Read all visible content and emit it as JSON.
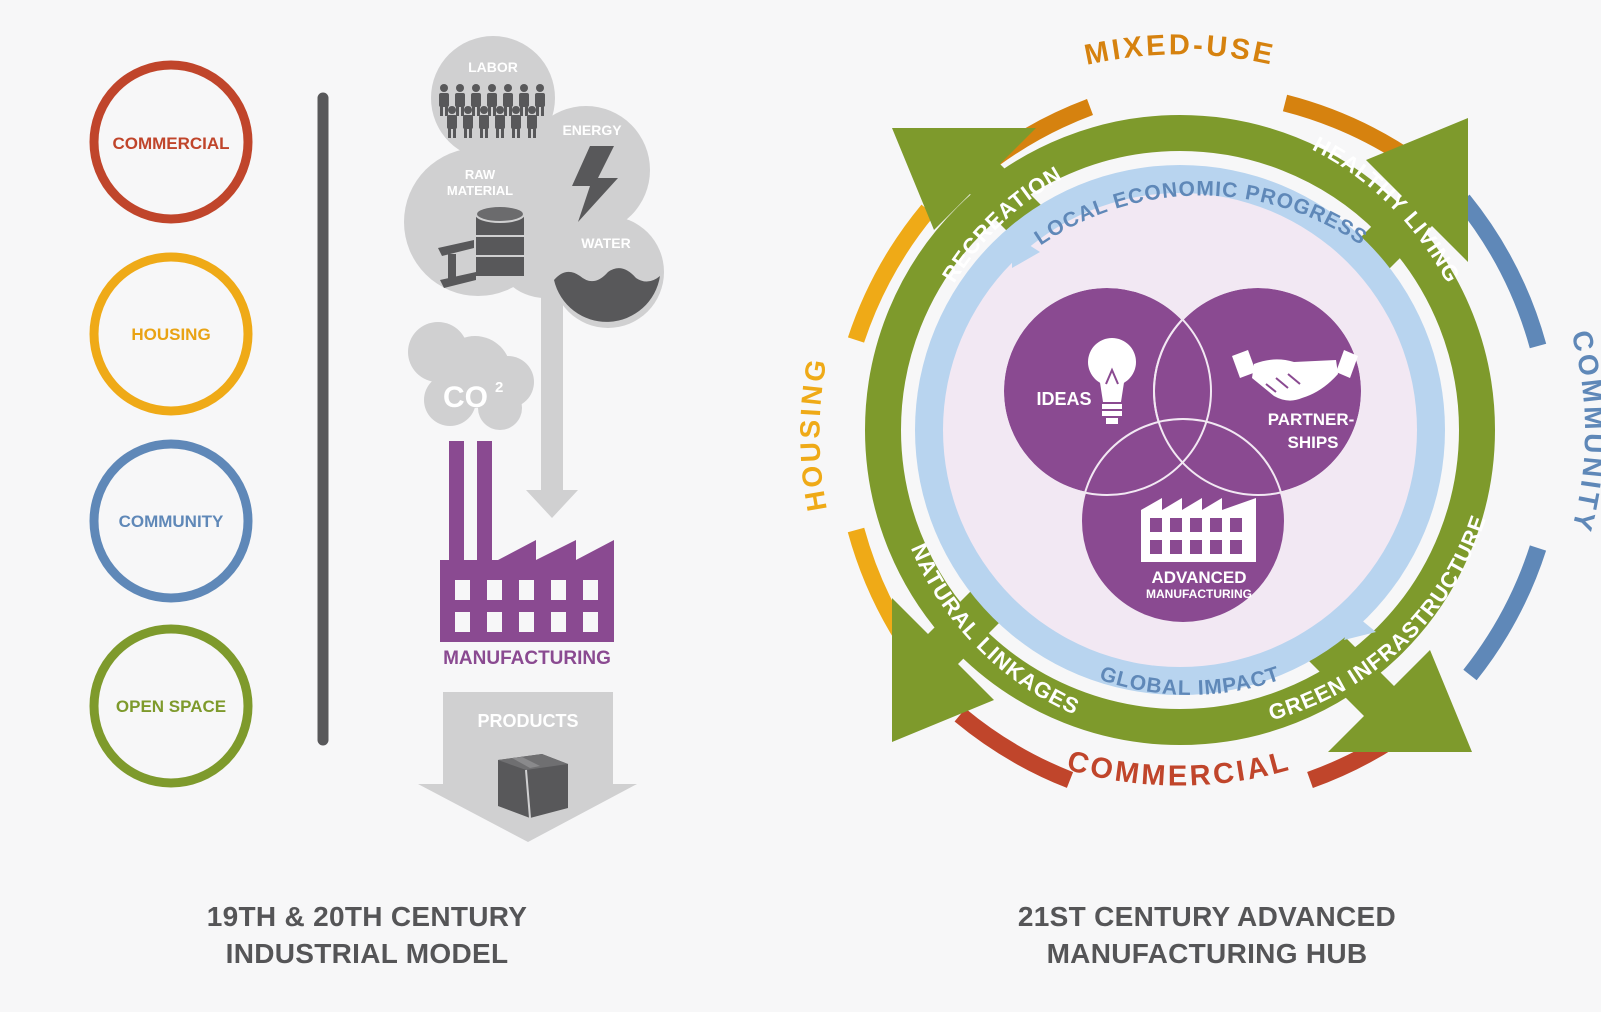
{
  "legend": [
    {
      "label": "COMMERCIAL",
      "color": "#c0452b"
    },
    {
      "label": "HOUSING",
      "color": "#efaa17"
    },
    {
      "label": "COMMUNITY",
      "color": "#5f88b8"
    },
    {
      "label": "OPEN SPACE",
      "color": "#7e9a2c"
    }
  ],
  "industrial_model": {
    "inputs": {
      "labor": "LABOR",
      "energy": "ENERGY",
      "raw_material_line1": "RAW",
      "raw_material_line2": "MATERIAL",
      "water": "WATER"
    },
    "emission": "CO",
    "emission_sup": "2",
    "factory": "MANUFACTURING",
    "output": "PRODUCTS",
    "caption_line1": "19TH & 20TH CENTURY",
    "caption_line2": "INDUSTRIAL MODEL"
  },
  "hub": {
    "outer_ring": {
      "top": "MIXED-USE",
      "right": "COMMUNITY",
      "bottom": "COMMERCIAL",
      "left": "HOUSING"
    },
    "green_ring": {
      "top_left": "RECREATION",
      "top_right": "HEALTHY LIVING",
      "bottom_right": "GREEN INFRASTRUCTURE",
      "bottom_left": "NATURAL LINKAGES"
    },
    "blue_ring": {
      "top": "LOCAL ECONOMIC PROGRESS",
      "bottom": "GLOBAL IMPACT"
    },
    "venn": {
      "ideas": "IDEAS",
      "partnerships_line1": "PARTNER-",
      "partnerships_line2": "SHIPS",
      "advanced_line1": "ADVANCED",
      "advanced_line2": "MANUFACTURING"
    },
    "caption_line1": "21ST CENTURY ADVANCED",
    "caption_line2": "MANUFACTURING HUB"
  },
  "colors": {
    "commercial": "#c0452b",
    "housing": "#efaa17",
    "community": "#5f88b8",
    "open_space": "#7e9a2c",
    "mixed_use": "#d6820f",
    "purple": "#8a4a91",
    "light_blue": "#b8d4ef",
    "gray_light": "#d0d0d1",
    "gray_dark": "#58585a"
  }
}
